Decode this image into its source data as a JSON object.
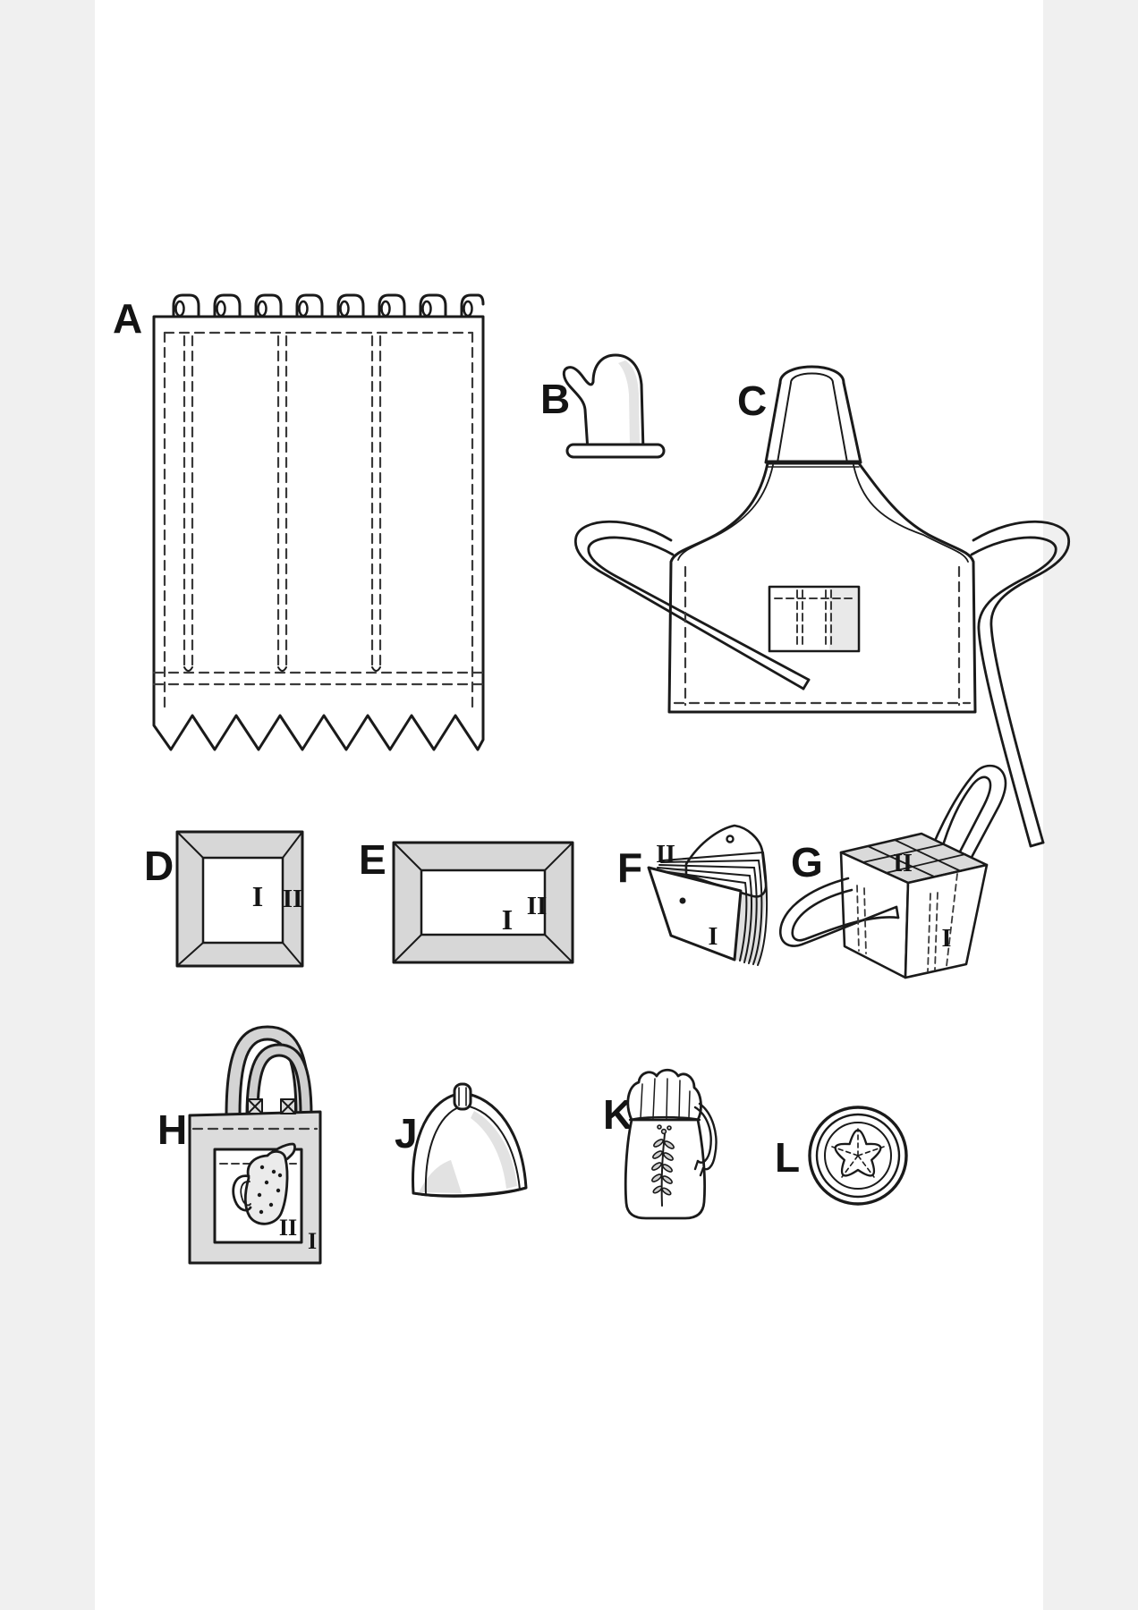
{
  "sheet": {
    "kind": "sewing-pattern-line-drawings",
    "colors": {
      "line": "#1a1a1a",
      "dash": "#3a3a3a",
      "gray_fill": "#d7d7d7",
      "light_shade": "#e4e4e4",
      "margin_bar": "#f0f0f0",
      "background": "#ffffff"
    }
  },
  "views": {
    "a": {
      "label": "A",
      "item": "tab-top-curtain"
    },
    "b": {
      "label": "B",
      "item": "oven-mitt"
    },
    "c": {
      "label": "C",
      "item": "apron"
    },
    "d": {
      "label": "D",
      "item": "square-placemat",
      "inner_mark": "I",
      "border_mark": "II"
    },
    "e": {
      "label": "E",
      "item": "rectangular-placemat",
      "inner_mark": "I",
      "border_mark": "II"
    },
    "f": {
      "label": "F",
      "item": "accordion-wall-organizer",
      "top_mark": "II",
      "front_mark": "I"
    },
    "g": {
      "label": "G",
      "item": "bottle-carrier",
      "top_mark": "II",
      "front_mark": "I"
    },
    "h": {
      "label": "H",
      "item": "tote-bag-with-pitcher",
      "panel_mark": "II",
      "bag_mark": "I"
    },
    "j": {
      "label": "J",
      "item": "tea-cozy"
    },
    "k": {
      "label": "K",
      "item": "drawstring-bag"
    },
    "l": {
      "label": "L",
      "item": "round-bowl-cover"
    }
  }
}
